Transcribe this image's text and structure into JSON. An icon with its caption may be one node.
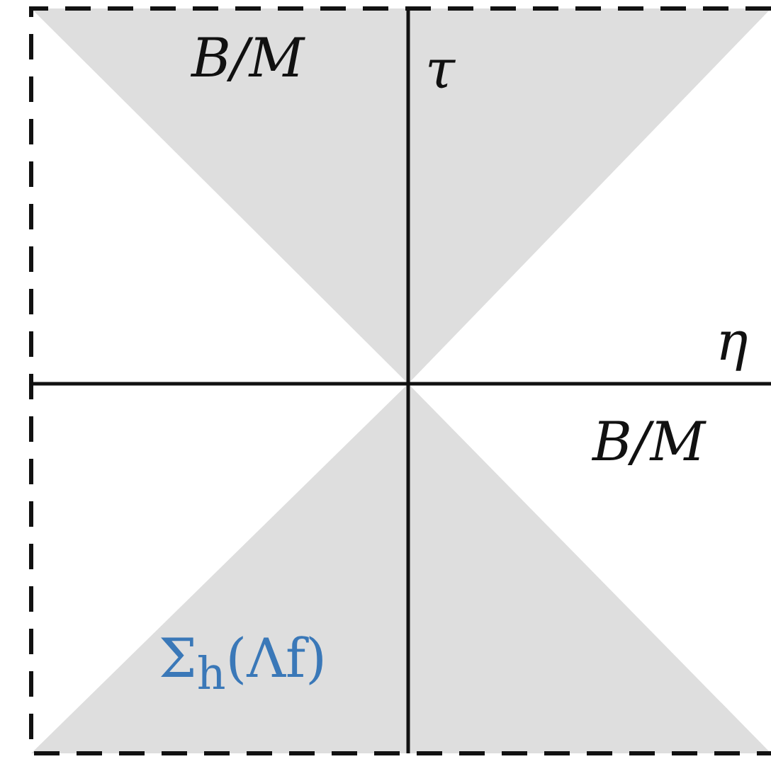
{
  "diagram": {
    "labels": [
      "B/M",
      "τ",
      "η",
      "B/M",
      "Σ$_{h}$(Λf)"
    ]
  }
}
